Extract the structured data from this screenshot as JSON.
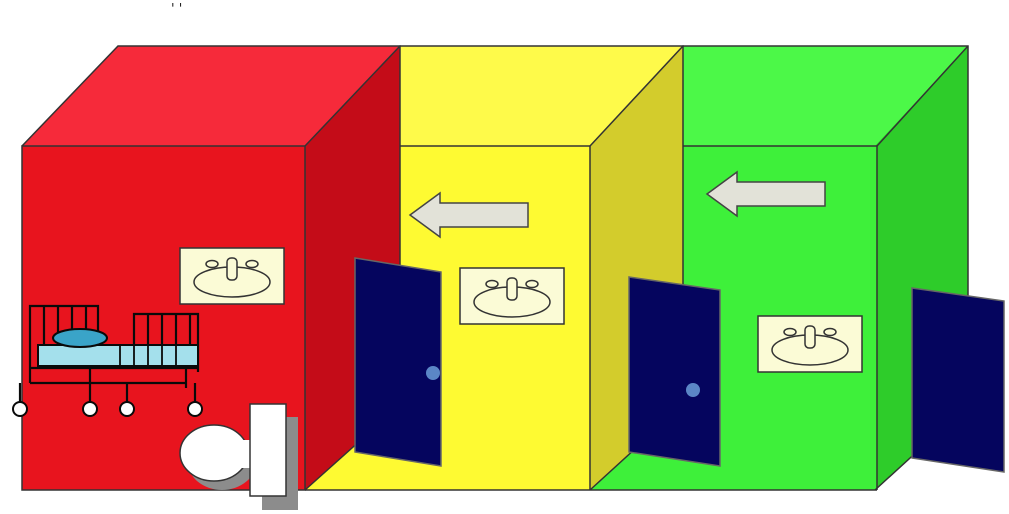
{
  "diagram": {
    "top_mark": "' '",
    "rooms": [
      {
        "name": "red-zone-room",
        "front": "#e8141e",
        "top": "#f62a3a",
        "side": "#c40c18"
      },
      {
        "name": "yellow-zone-room",
        "front": "#fefa32",
        "top": "#fefa4a",
        "side": "#d3cc2c"
      },
      {
        "name": "green-zone-room",
        "front": "#3ef03a",
        "top": "#4cf848",
        "side": "#2ecc2a"
      }
    ],
    "icons": [
      "sink-icon",
      "door-icon",
      "arrow-left-icon",
      "hospital-bed-icon",
      "toilet-icon"
    ],
    "door_color": "#05055e",
    "sign_color": "#fbfbd6"
  }
}
